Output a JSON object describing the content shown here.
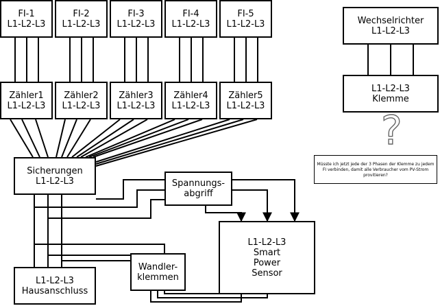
{
  "fi_units": [
    {
      "name": "FI-1",
      "phases": "L1-L2-L3"
    },
    {
      "name": "FI-2",
      "phases": "L1-L2-L3"
    },
    {
      "name": "FI-3",
      "phases": "L1-L2-L3"
    },
    {
      "name": "FI-4",
      "phases": "L1-L2-L3"
    },
    {
      "name": "FI-5",
      "phases": "L1-L2-L3"
    }
  ],
  "meters": [
    {
      "name": "Zähler1",
      "phases": "L1-L2-L3"
    },
    {
      "name": "Zähler2",
      "phases": "L1-L2-L3"
    },
    {
      "name": "Zähler3",
      "phases": "L1-L2-L3"
    },
    {
      "name": "Zähler4",
      "phases": "L1-L2-L3"
    },
    {
      "name": "Zähler5",
      "phases": "L1-L2-L3"
    }
  ],
  "fuses": {
    "line1": "Sicherungen",
    "line2": "L1-L2-L3"
  },
  "voltage_tap": {
    "line1": "Spannungs-",
    "line2": "abgriff"
  },
  "sensor": {
    "line1": "L1-L2-L3",
    "line2": "Smart",
    "line3": "Power",
    "line4": "Sensor"
  },
  "house_connection": {
    "line1": "L1-L2-L3",
    "line2": "Hausanschluss"
  },
  "ct_clamps": {
    "line1": "Wandler-",
    "line2": "klemmen"
  },
  "inverter": {
    "line1": "Wechselrichter",
    "line2": "L1-L2-L3"
  },
  "terminal": {
    "line1": "L1-L2-L3",
    "line2": "Klemme"
  },
  "question_mark": "?",
  "question_note": "Müsste ich jetzt jede der 3 Phasen der Klemme zu jedem FI verbinden, damit alle Verbraucher vom PV-Strom provitieren?"
}
